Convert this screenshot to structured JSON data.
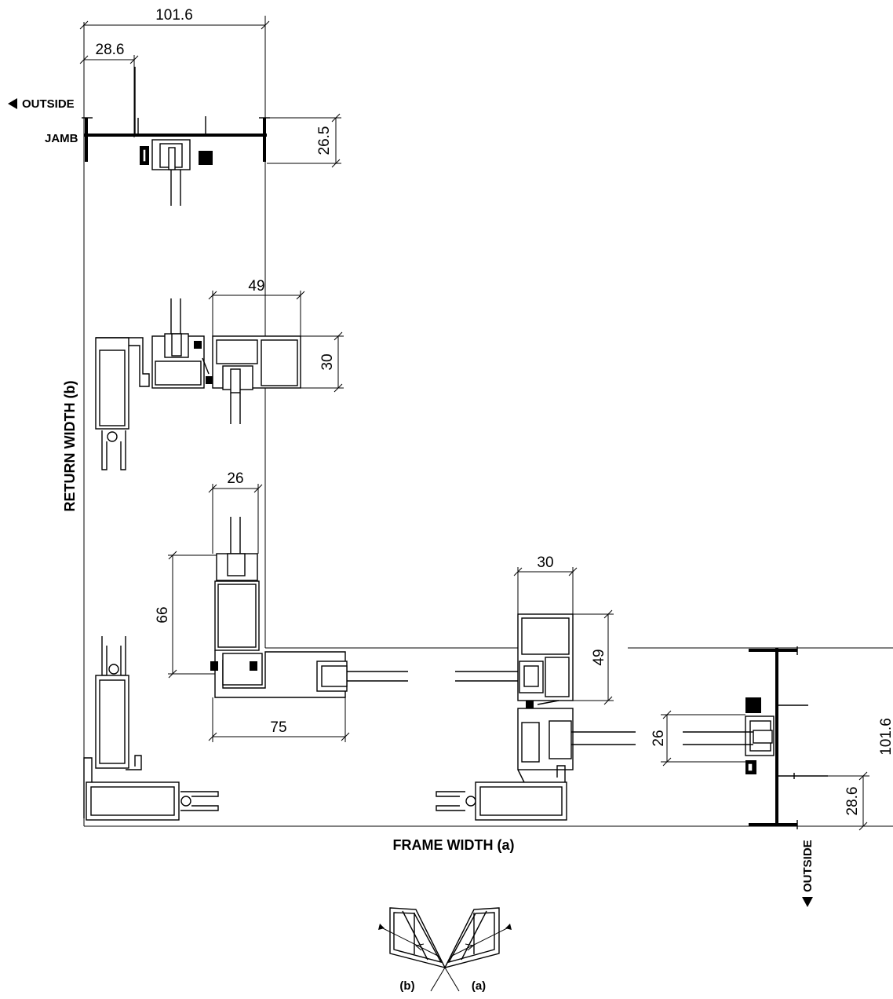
{
  "labels": {
    "outside_top": "OUTSIDE",
    "jamb": "JAMB",
    "return_width": "RETURN WIDTH (b)",
    "frame_width": "FRAME WIDTH (a)",
    "outside_right": "OUTSIDE",
    "key_b": "(b)",
    "key_a": "(a)"
  },
  "dimensions": {
    "top_overall": "101.6",
    "top_offset": "28.6",
    "jamb_height": "26.5",
    "mullion_width": "49",
    "mullion_depth": "30",
    "stile_width": "26",
    "stile_height": "66",
    "sill_length": "75",
    "right_mullion_width": "30",
    "right_mullion_depth": "49",
    "right_glass": "26",
    "right_overall": "101.6",
    "right_offset": "28.6"
  }
}
